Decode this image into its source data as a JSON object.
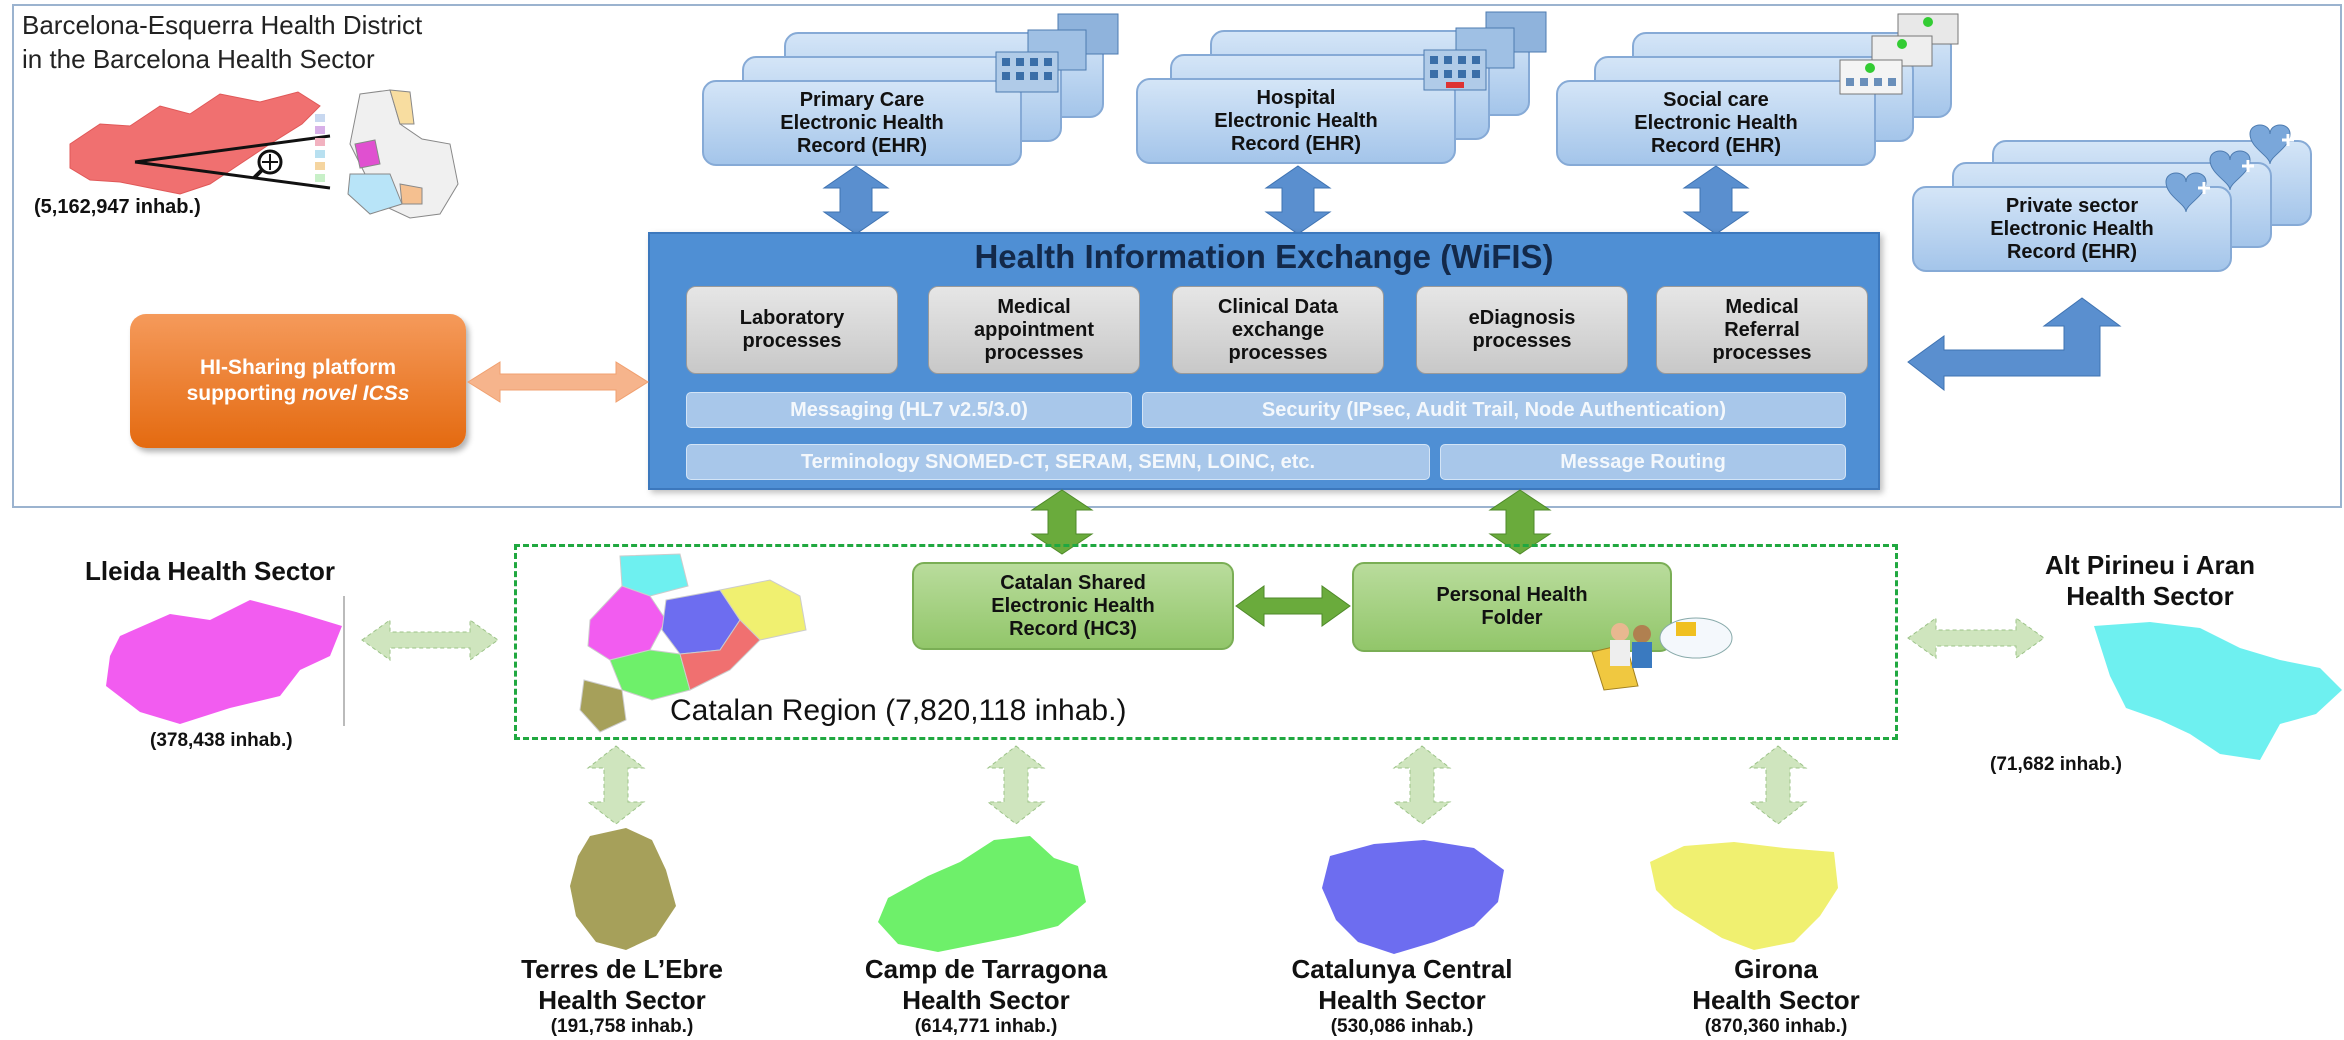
{
  "district": {
    "title_line1": "Barcelona-Esquerra Health District",
    "title_line2": "in the Barcelona Health Sector",
    "population": "(5,162,947 inhab.)"
  },
  "ehrs": {
    "primary": {
      "line1": "Primary Care",
      "line2": "Electronic Health",
      "line3": "Record (EHR)"
    },
    "hospital": {
      "line1": "Hospital",
      "line2": "Electronic Health",
      "line3": "Record (EHR)"
    },
    "social": {
      "line1": "Social care",
      "line2": "Electronic Health",
      "line3": "Record (EHR)"
    },
    "private": {
      "line1": "Private sector",
      "line2": "Electronic Health",
      "line3": "Record (EHR)"
    }
  },
  "hie": {
    "title": "Health Information Exchange (WiFIS)",
    "processes": [
      {
        "line1": "Laboratory",
        "line2": "processes",
        "line3": ""
      },
      {
        "line1": "Medical",
        "line2": "appointment",
        "line3": "processes"
      },
      {
        "line1": "Clinical Data",
        "line2": "exchange",
        "line3": "processes"
      },
      {
        "line1": "eDiagnosis",
        "line2": "processes",
        "line3": ""
      },
      {
        "line1": "Medical",
        "line2": "Referral",
        "line3": "processes"
      }
    ],
    "messaging": "Messaging (HL7 v2.5/3.0)",
    "security": "Security (IPsec, Audit Trail, Node Authentication)",
    "terminology": "Terminology SNOMED-CT, SERAM, SEMN, LOINC, etc.",
    "routing": "Message Routing"
  },
  "hi_sharing": {
    "line1": "HI-Sharing platform",
    "line2_prefix": "supporting ",
    "line2_italic": "novel ICSs"
  },
  "catalan": {
    "hc3": {
      "line1": "Catalan Shared",
      "line2": "Electronic Health",
      "line3": "Record (HC3)"
    },
    "phf": {
      "line1": "Personal Health",
      "line2": "Folder"
    },
    "region_label": "Catalan Region (7,820,118 inhab.)"
  },
  "sectors": {
    "lleida": {
      "line1": "Lleida Health  Sector",
      "population": "(378,438 inhab.)"
    },
    "alt_pirineu": {
      "line1": "Alt Pirineu i Aran",
      "line2": "Health Sector",
      "population": "(71,682 inhab.)"
    },
    "terres_ebre": {
      "line1": "Terres de L’Ebre",
      "line2": "Health Sector",
      "population": "(191,758 inhab.)"
    },
    "camp_tarragona": {
      "line1": "Camp de Tarragona",
      "line2": "Health Sector",
      "population": "(614,771 inhab.)"
    },
    "catalunya_central": {
      "line1": "Catalunya Central",
      "line2": "Health Sector",
      "population": "(530,086 inhab.)"
    },
    "girona": {
      "line1": "Girona",
      "line2": "Health Sector",
      "population": "(870,360 inhab.)"
    }
  },
  "colors": {
    "ehr_blue": "#a4c5ea",
    "hie_blue": "#4f8fd4",
    "orange": "#e46a10",
    "green": "#92c66a",
    "light_green_arrow": "#cfe5be",
    "lleida_map": "#f25cf0",
    "alt_pirineu_map": "#6ef0f0",
    "terres_ebre_map": "#a6a05a",
    "camp_tarragona_map": "#6ef06a",
    "catalunya_central_map": "#6d6df0",
    "girona_map": "#f0f070",
    "barcelona_map": "#f07070"
  }
}
